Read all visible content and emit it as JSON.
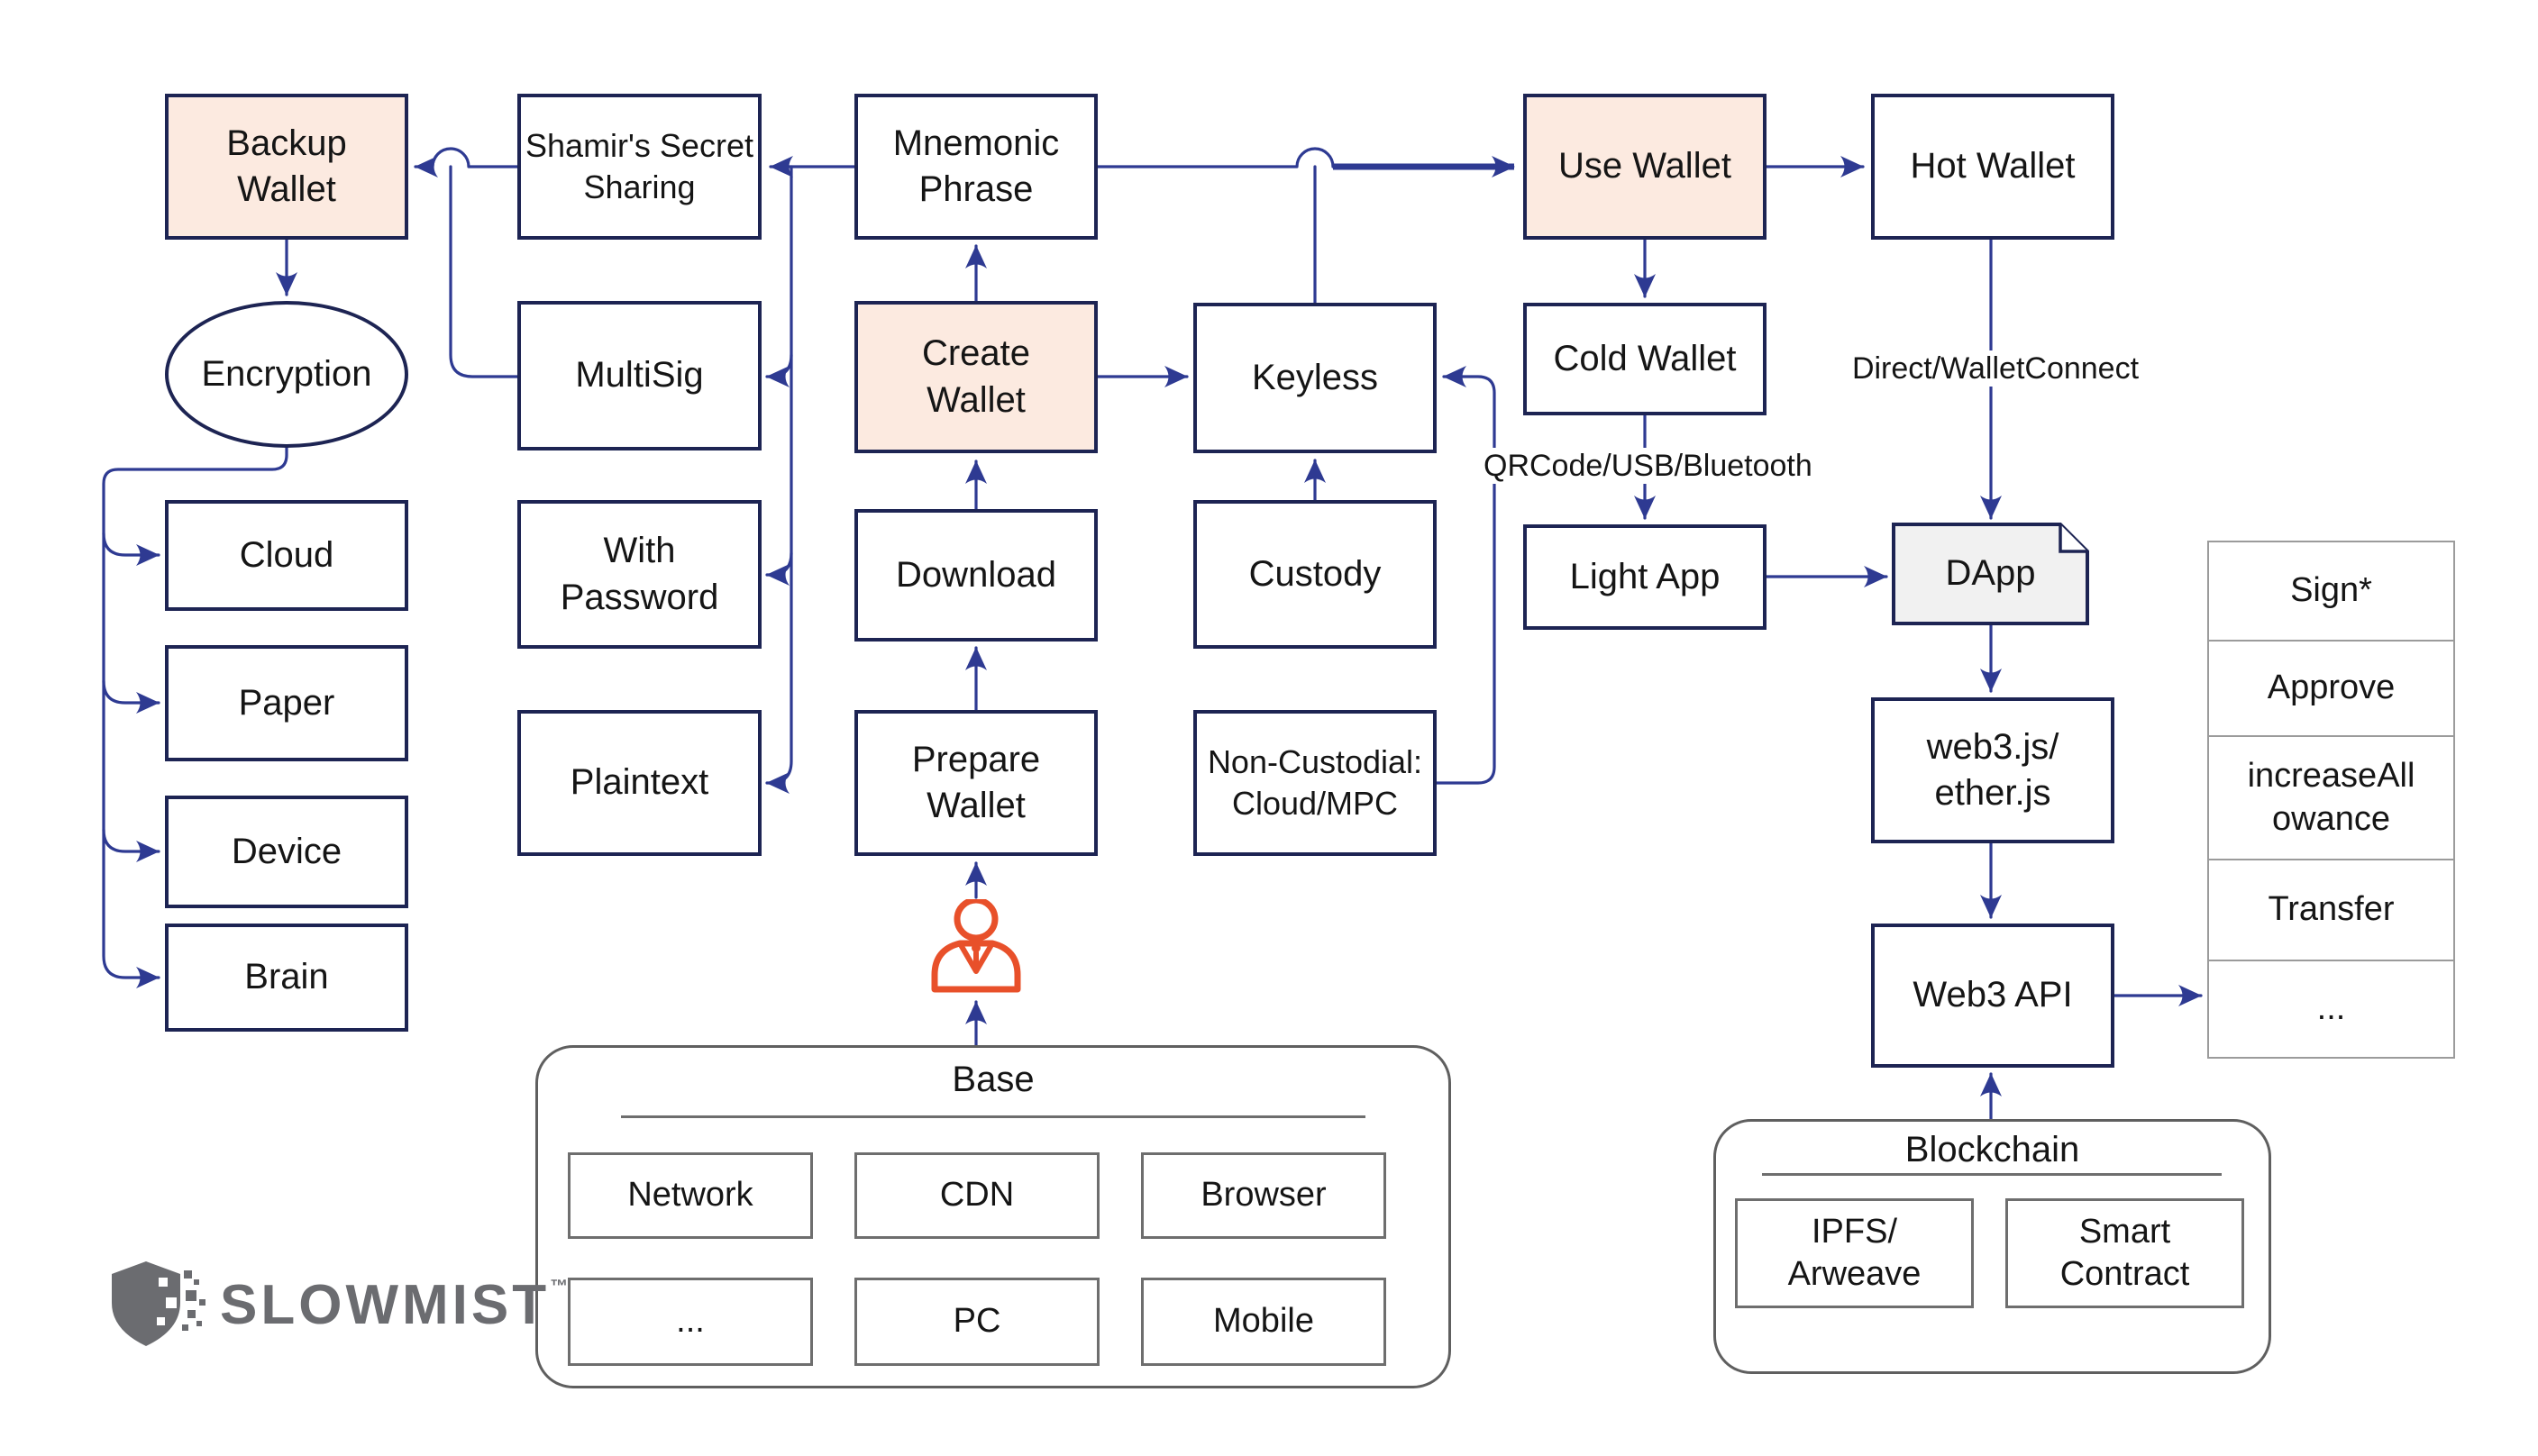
{
  "colors": {
    "wire": "#2e3a92",
    "border-navy": "#1d2453",
    "pink": "#fceae0",
    "dapp-fill": "#f1f1f1",
    "list-border": "#9b9b9b",
    "group-border": "#5f5f5f",
    "inner-border": "#6e6e6e",
    "person-orange": "#e8502a",
    "logo-gray": "#6b6c70"
  },
  "nodes": {
    "backup_wallet": [
      "Backup",
      "Wallet"
    ],
    "shamir": [
      "Shamir's Secret",
      "Sharing"
    ],
    "mnemonic": [
      "Mnemonic",
      "Phrase"
    ],
    "use_wallet": "Use Wallet",
    "hot_wallet": "Hot Wallet",
    "encryption": "Encryption",
    "multisig": "MultiSig",
    "create_wallet": [
      "Create",
      "Wallet"
    ],
    "keyless": "Keyless",
    "cold_wallet": "Cold Wallet",
    "cloud": "Cloud",
    "with_password": [
      "With",
      "Password"
    ],
    "download": "Download",
    "custody": "Custody",
    "light_app": "Light App",
    "dapp": "DApp",
    "paper": "Paper",
    "plaintext": "Plaintext",
    "prepare_wallet": [
      "Prepare",
      "Wallet"
    ],
    "non_custodial": [
      "Non-Custodial:",
      "Cloud/MPC"
    ],
    "web3_js": [
      "web3.js/",
      "ether.js"
    ],
    "device": "Device",
    "brain": "Brain",
    "web3_api": "Web3 API"
  },
  "edge_labels": {
    "qrcode_usb_bluetooth": "QRCode/USB/Bluetooth",
    "direct_walletconnect": "Direct/WalletConnect"
  },
  "method_list": [
    "Sign*",
    "Approve",
    [
      "increaseAll",
      "owance"
    ],
    "Transfer",
    "..."
  ],
  "base_group": {
    "title": "Base",
    "items": [
      "Network",
      "CDN",
      "Browser",
      "...",
      "PC",
      "Mobile"
    ]
  },
  "blockchain_group": {
    "title": "Blockchain",
    "items": [
      [
        "IPFS/",
        "Arweave"
      ],
      [
        "Smart",
        "Contract"
      ]
    ]
  },
  "logo": {
    "text": "SLOWMIST",
    "mark": "™"
  }
}
